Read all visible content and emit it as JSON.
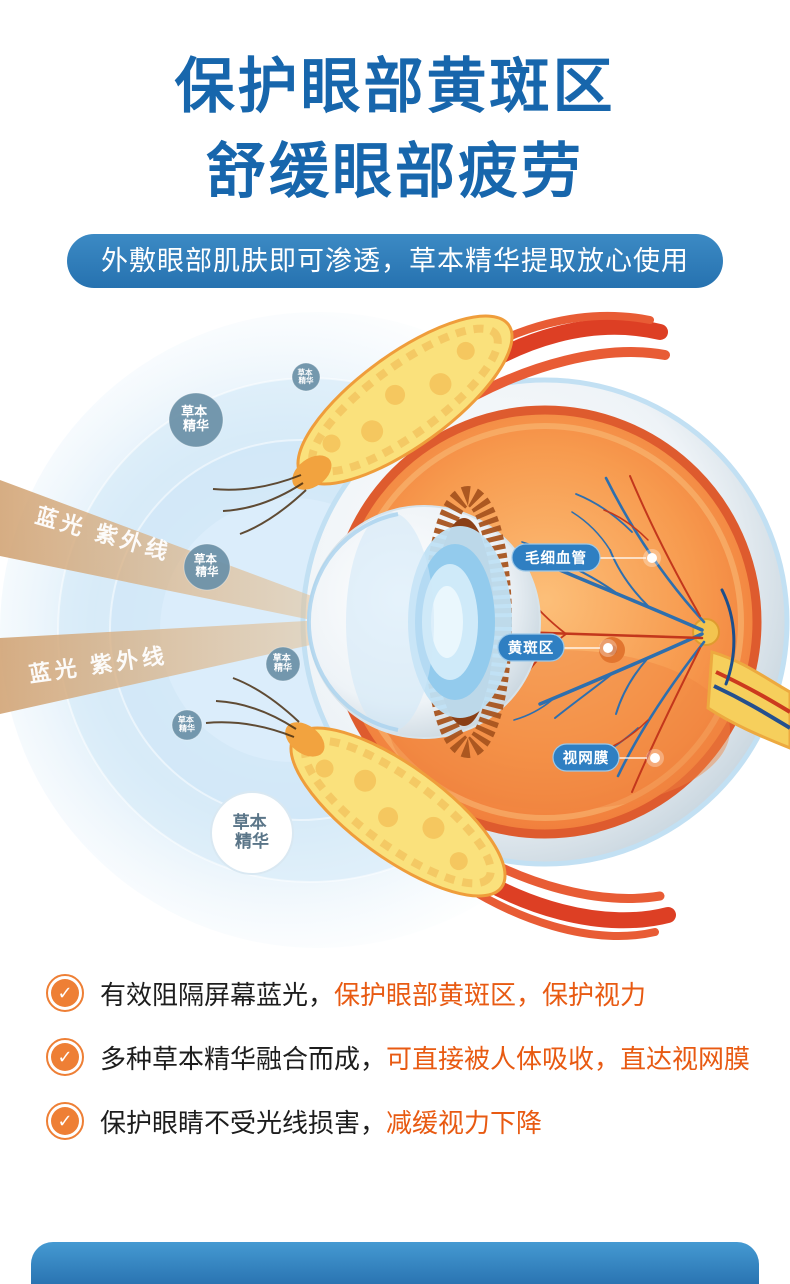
{
  "header": {
    "title_line1": "保护眼部黄斑区",
    "title_line2": "舒缓眼部疲劳",
    "subtitle": "外敷眼部肌肤即可渗透，草本精华提取放心使用"
  },
  "diagram": {
    "beam_label_top": "蓝光 紫外线",
    "beam_label_bottom": "蓝光 紫外线",
    "badge_line1": "草本",
    "badge_line2": "精华",
    "anatomy_labels": {
      "capillaries": "毛细血管",
      "macula": "黄斑区",
      "retina": "视网膜"
    }
  },
  "benefits": [
    {
      "lead": "有效阻隔屏幕蓝光，",
      "highlight": "保护眼部黄斑区，保护视力"
    },
    {
      "lead": "多种草本精华融合而成，",
      "highlight": "可直接被人体吸收，直达视网膜"
    },
    {
      "lead": "保护眼睛不受光线损害，",
      "highlight": "减缓视力下降"
    }
  ],
  "icons": {
    "check": "✓"
  },
  "colors": {
    "title_blue": "#1766ac",
    "banner_blue": "#2e7cb8",
    "highlight_orange": "#e85a12",
    "check_orange": "#ee7f35",
    "pill_blue": "#2f7fc2",
    "badge_blue": "#6e93a9",
    "bottom_bar_blue": "#2f7cba"
  }
}
